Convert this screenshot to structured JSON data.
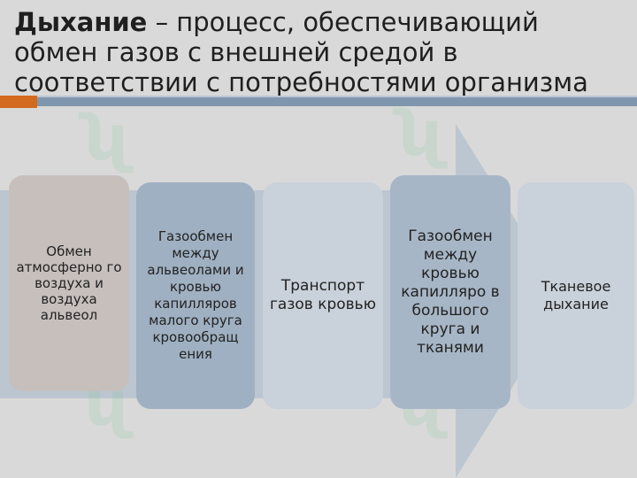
{
  "title": {
    "bold": "Дыхание",
    "rest": " – процесс, обеспечивающий обмен газов с внешней средой в соответствии с потребностями организма"
  },
  "steps": [
    "Обмен атмосферно го воздуха и воздуха альвеол",
    "Газообмен между альвеолами и кровью капилляров малого круга кровообращ ения",
    "Транспорт газов кровью",
    "Газообмен между кровью капилляро в большого круга и тканями",
    "Тканевое дыхание"
  ],
  "colors": {
    "accent_orange": "#d36a1e",
    "accent_steel": "#7f97ae",
    "arrow": "#bcc6d0"
  }
}
